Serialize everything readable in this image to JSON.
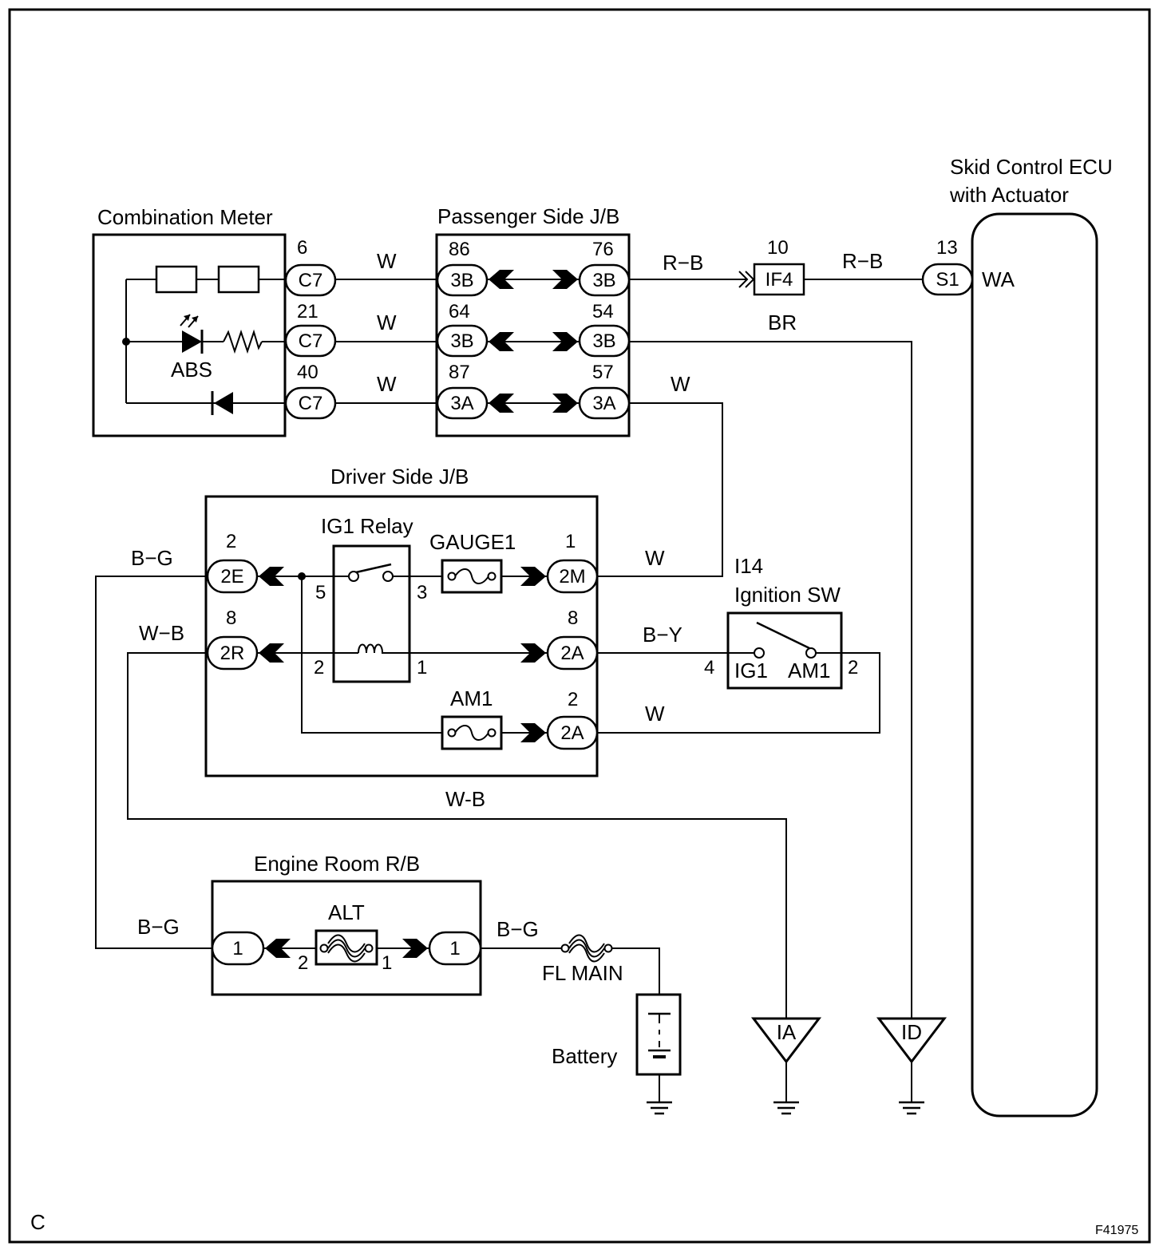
{
  "components": {
    "combination_meter": "Combination Meter",
    "passenger_jb": "Passenger Side J/B",
    "driver_jb": "Driver Side J/B",
    "engine_rb": "Engine Room R/B",
    "skid_ecu_line1": "Skid Control ECU",
    "skid_ecu_line2": "with Actuator",
    "ig1_relay": "IG1 Relay",
    "gauge1": "GAUGE1",
    "am1_fuse": "AM1",
    "alt": "ALT",
    "fl_main": "FL MAIN",
    "battery": "Battery",
    "ignition_sw_code": "I14",
    "ignition_sw": "Ignition SW",
    "abs": "ABS"
  },
  "connectors": {
    "c7": "C7",
    "p3b": "3B",
    "p3a": "3A",
    "if4": "IF4",
    "s1": "S1",
    "d2e": "2E",
    "d2r": "2R",
    "d2m": "2M",
    "d2a": "2A",
    "e1": "1"
  },
  "pins": {
    "c7_top": "6",
    "c7_mid": "21",
    "c7_bot": "40",
    "p86": "86",
    "p64": "64",
    "p87": "87",
    "p76": "76",
    "p54": "54",
    "p57": "57",
    "if4_pin": "10",
    "s1_pin": "13",
    "d2e_pin": "2",
    "d2r_pin": "8",
    "d2m_pin": "1",
    "d2a_top_pin": "8",
    "d2a_bot_pin": "2",
    "relay_5": "5",
    "relay_3": "3",
    "relay_2": "2",
    "relay_1": "1",
    "alt_2": "2",
    "alt_1": "1",
    "sw_4": "4",
    "sw_2": "2"
  },
  "terminals": {
    "wa": "WA",
    "ig1": "IG1",
    "am1": "AM1"
  },
  "wires": {
    "w": "W",
    "rb": "R−B",
    "br": "BR",
    "bg": "B−G",
    "wb": "W−B",
    "wb2": "W-B",
    "by": "B−Y"
  },
  "grounds": {
    "ia": "IA",
    "id": "ID"
  },
  "footer": {
    "corner": "C",
    "code": "F41975"
  }
}
